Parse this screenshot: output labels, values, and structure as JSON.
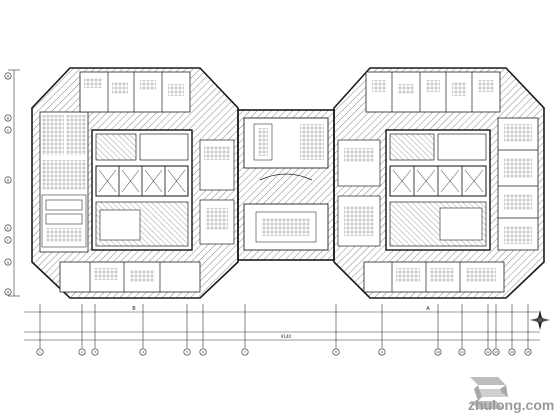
{
  "drawing": {
    "wing_labels": {
      "left": "B",
      "right": "A"
    },
    "dimension_label": "9140",
    "left_axis_labels": [
      "A",
      "B",
      "C",
      "D",
      "E",
      "F",
      "G",
      "H"
    ],
    "bottom_axis_labels": [
      "1",
      "2",
      "3",
      "4",
      "5",
      "6",
      "7",
      "8",
      "9",
      "10",
      "11",
      "12",
      "13",
      "14",
      "15"
    ],
    "colors": {
      "line": "#1a1a1a",
      "hatch": "#555555",
      "background": "#ffffff"
    }
  },
  "watermark": {
    "text": "zhulong.com",
    "icon": "zhulong-logo-icon"
  }
}
